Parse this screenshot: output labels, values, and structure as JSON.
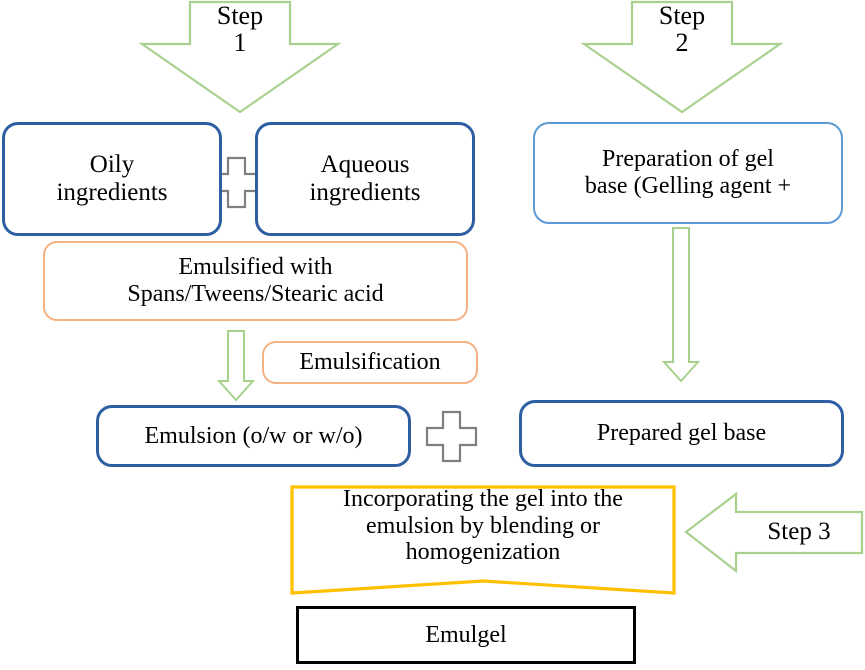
{
  "diagram": {
    "title": "Emulgel preparation flowchart",
    "colors": {
      "box_blue": "#2E5FA3",
      "box_blue_light": "#5B9BD5",
      "box_peach": "#F4B183",
      "box_black": "#000000",
      "arrow_green": "#A9D18E",
      "arrow_yellow": "#FFC000",
      "plus_gray": "#7F7F7F",
      "text": "#000000",
      "background": "#FFFFFF"
    },
    "steps": [
      {
        "id": "step1",
        "label_line1": "Step",
        "label_line2": "1",
        "label_full": "Step 1",
        "direction": "down"
      },
      {
        "id": "step2",
        "label_line1": "Step",
        "label_line2": "2",
        "label_full": "Step 2",
        "direction": "down"
      },
      {
        "id": "step3",
        "label_line1": "Step 3",
        "label_line2": "",
        "label_full": "Step 3",
        "direction": "left"
      }
    ],
    "nodes": [
      {
        "id": "oily",
        "lines": [
          "Oily",
          "ingredients"
        ],
        "style": "rounded-blue"
      },
      {
        "id": "aqueous",
        "lines": [
          "Aqueous",
          "ingredients"
        ],
        "style": "rounded-blue"
      },
      {
        "id": "gel_prep",
        "lines": [
          "Preparation of gel",
          "base (Gelling agent +"
        ],
        "style": "rounded-blue-light"
      },
      {
        "id": "emulsified_with",
        "lines": [
          "Emulsified with",
          "Spans/Tweens/Stearic acid"
        ],
        "style": "rounded-peach"
      },
      {
        "id": "emulsification",
        "lines": [
          "Emulsification"
        ],
        "style": "rounded-peach"
      },
      {
        "id": "emulsion",
        "lines": [
          "Emulsion (o/w or w/o)"
        ],
        "style": "rounded-blue"
      },
      {
        "id": "prepared_gel",
        "lines": [
          "Prepared gel base"
        ],
        "style": "rounded-blue"
      },
      {
        "id": "incorporating",
        "lines": [
          "Incorporating the gel into the",
          "emulsion by blending or",
          "homogenization"
        ],
        "style": "arrow-yellow-pentagon"
      },
      {
        "id": "emulgel",
        "lines": [
          "Emulgel"
        ],
        "style": "rect-black"
      }
    ],
    "plus_signs": [
      {
        "id": "plus_top",
        "symbol": "+",
        "between": [
          "oily",
          "aqueous"
        ]
      },
      {
        "id": "plus_bottom",
        "symbol": "+",
        "between": [
          "emulsion",
          "prepared_gel"
        ]
      }
    ]
  }
}
